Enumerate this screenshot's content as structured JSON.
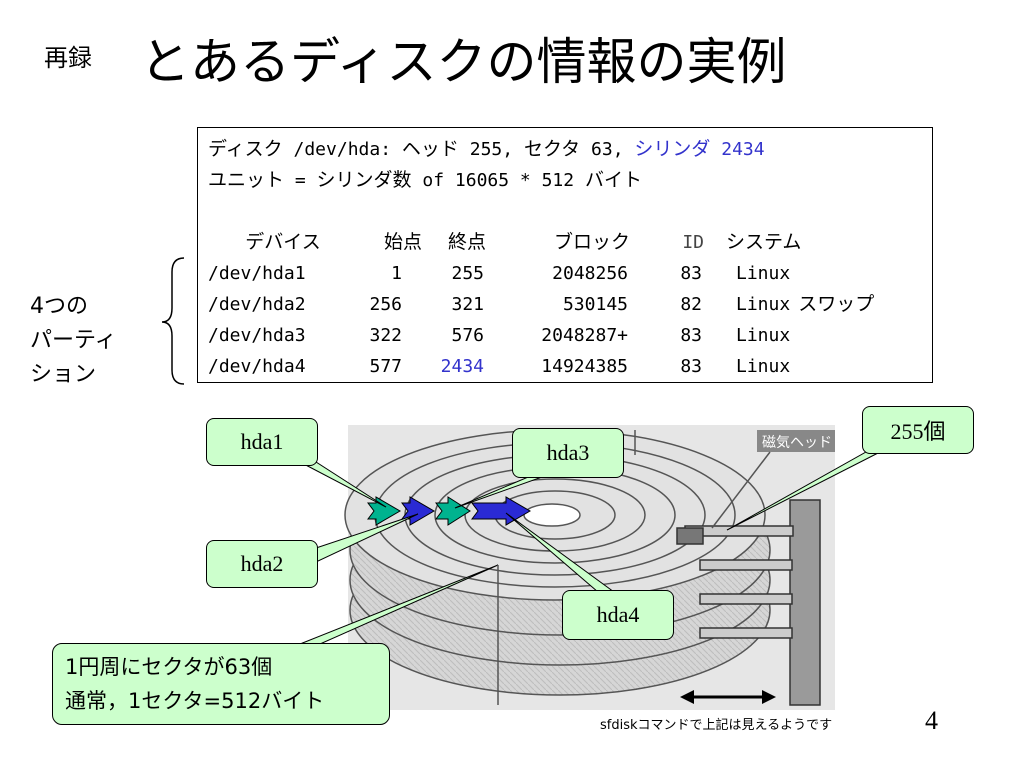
{
  "header": {
    "reprint_label": "再録",
    "title": "とあるディスクの情報の実例"
  },
  "disk_info": {
    "line1": {
      "disk_label": "ディスク",
      "device": " /dev/hda: ",
      "heads_label": "ヘッド",
      "heads": " 255, ",
      "sectors_label": "セクタ",
      "sectors": " 63, ",
      "cylinders_label": "シリンダ",
      "cylinders": " 2434"
    },
    "line2": {
      "unit_label": "ユニット",
      "equals": " = ",
      "cyl_count_label": "シリンダ数",
      "expr": " of 16065 * 512 ",
      "bytes_label": "バイト"
    },
    "table_headers": {
      "device": "デバイス",
      "start": "始点",
      "end": "終点",
      "blocks": "ブロック",
      "id": "ID",
      "system": "システム"
    },
    "partitions": [
      {
        "device": "/dev/hda1",
        "start": "1",
        "end": "255",
        "blocks": "2048256",
        "id": "83",
        "system": "Linux",
        "extra": ""
      },
      {
        "device": "/dev/hda2",
        "start": "256",
        "end": "321",
        "blocks": "530145",
        "id": "82",
        "system": "Linux",
        "extra": "スワップ"
      },
      {
        "device": "/dev/hda3",
        "start": "322",
        "end": "576",
        "blocks": "2048287+",
        "id": "83",
        "system": "Linux",
        "extra": ""
      },
      {
        "device": "/dev/hda4",
        "start": "577",
        "end": "2434",
        "blocks": "14924385",
        "id": "83",
        "system": "Linux",
        "extra": ""
      }
    ]
  },
  "side_label": {
    "line1": "4つの",
    "line2": "パーティ",
    "line3": "ション"
  },
  "callouts": {
    "hda1": "hda1",
    "hda2": "hda2",
    "hda3": "hda3",
    "hda4": "hda4",
    "heads_count": "255個",
    "magnetic_head": "磁気ヘッド"
  },
  "note": {
    "line1": "1円周にセクタが63個",
    "line2": "通常，1セクタ=512バイト"
  },
  "footer": {
    "text": "sfdiskコマンドで上記は見えるようです",
    "page_number": "4"
  },
  "colors": {
    "callout_bg": "#ccffcc",
    "blue_value": "#3333cc",
    "teal_arrow": "#00b38f",
    "blue_arrow": "#2a2ad4"
  }
}
